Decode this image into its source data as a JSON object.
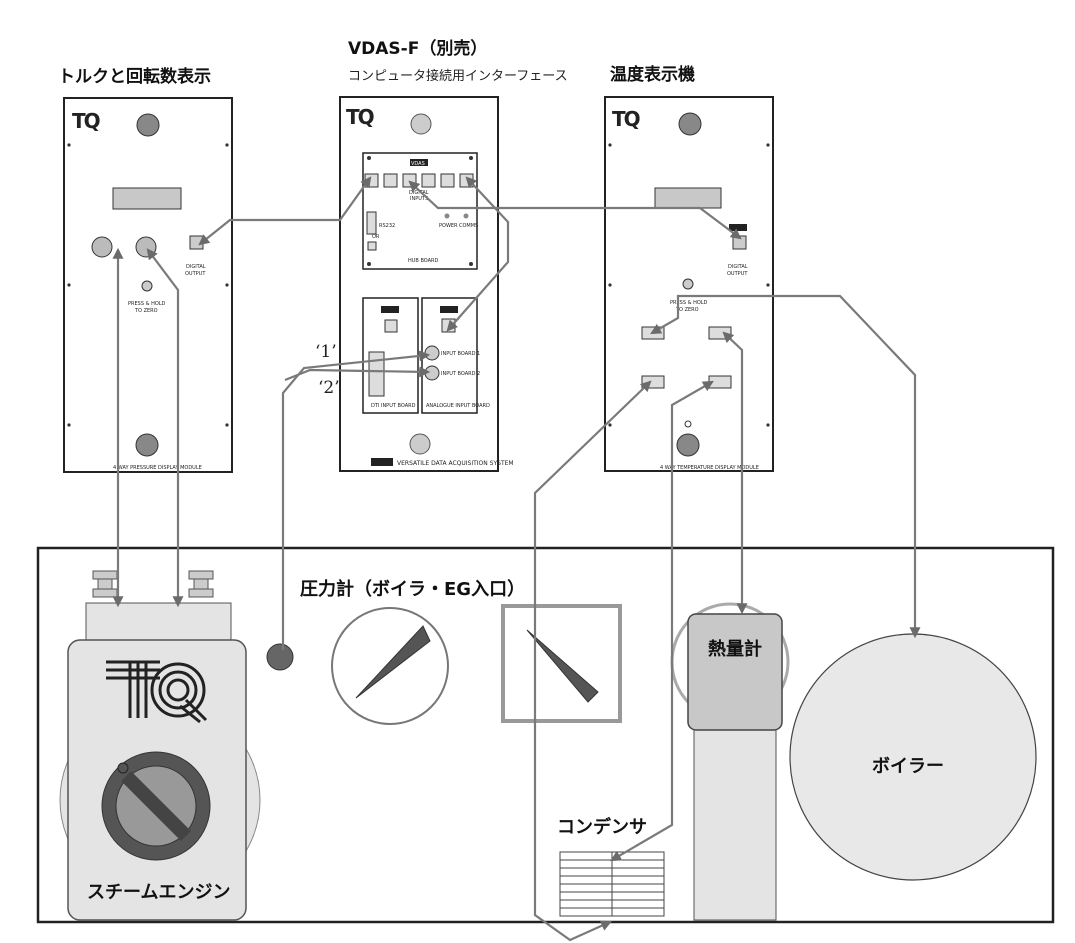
{
  "headings": {
    "torque_display": "トルクと回転数表示",
    "vdas_title": "VDAS-F（別売）",
    "vdas_subtitle": "コンピュータ接続用インターフェース",
    "temperature_display": "温度表示機"
  },
  "logo": "TQ",
  "panel_text": {
    "digital_output": [
      "DIGITAL",
      "OUTPUT"
    ],
    "press_hold": [
      "PRESS & HOLD",
      "TO ZERO"
    ],
    "left_footer": "4 WAY PRESSURE DISPLAY MODULE",
    "right_footer": "4 WAY TEMPERATURE DISPLAY MODULE",
    "vdas_badge": "VDAS",
    "vdas_footer": "VERSATILE DATA ACQUISITION SYSTEM",
    "hub_board": "HUB BOARD",
    "rs232": "RS232",
    "or": "OR",
    "power": "POWER",
    "comms": "COMMS",
    "digital_inputs": [
      "DIGITAL",
      "INPUTS"
    ],
    "dti_input_board": "DTI INPUT BOARD",
    "analogue_input_board": "ANALOGUE INPUT BOARD",
    "input_board_1": "INPUT BOARD 1",
    "input_board_2": "INPUT BOARD 2"
  },
  "channel_markers": [
    "‘1’",
    "‘2’"
  ],
  "components": {
    "pressure_gauge": "圧力計（ボイラ・EG入口）",
    "calorimeter": "熱量計",
    "boiler": "ボイラー",
    "condenser": "コンデンサ",
    "steam_engine": "スチームエンジン"
  }
}
